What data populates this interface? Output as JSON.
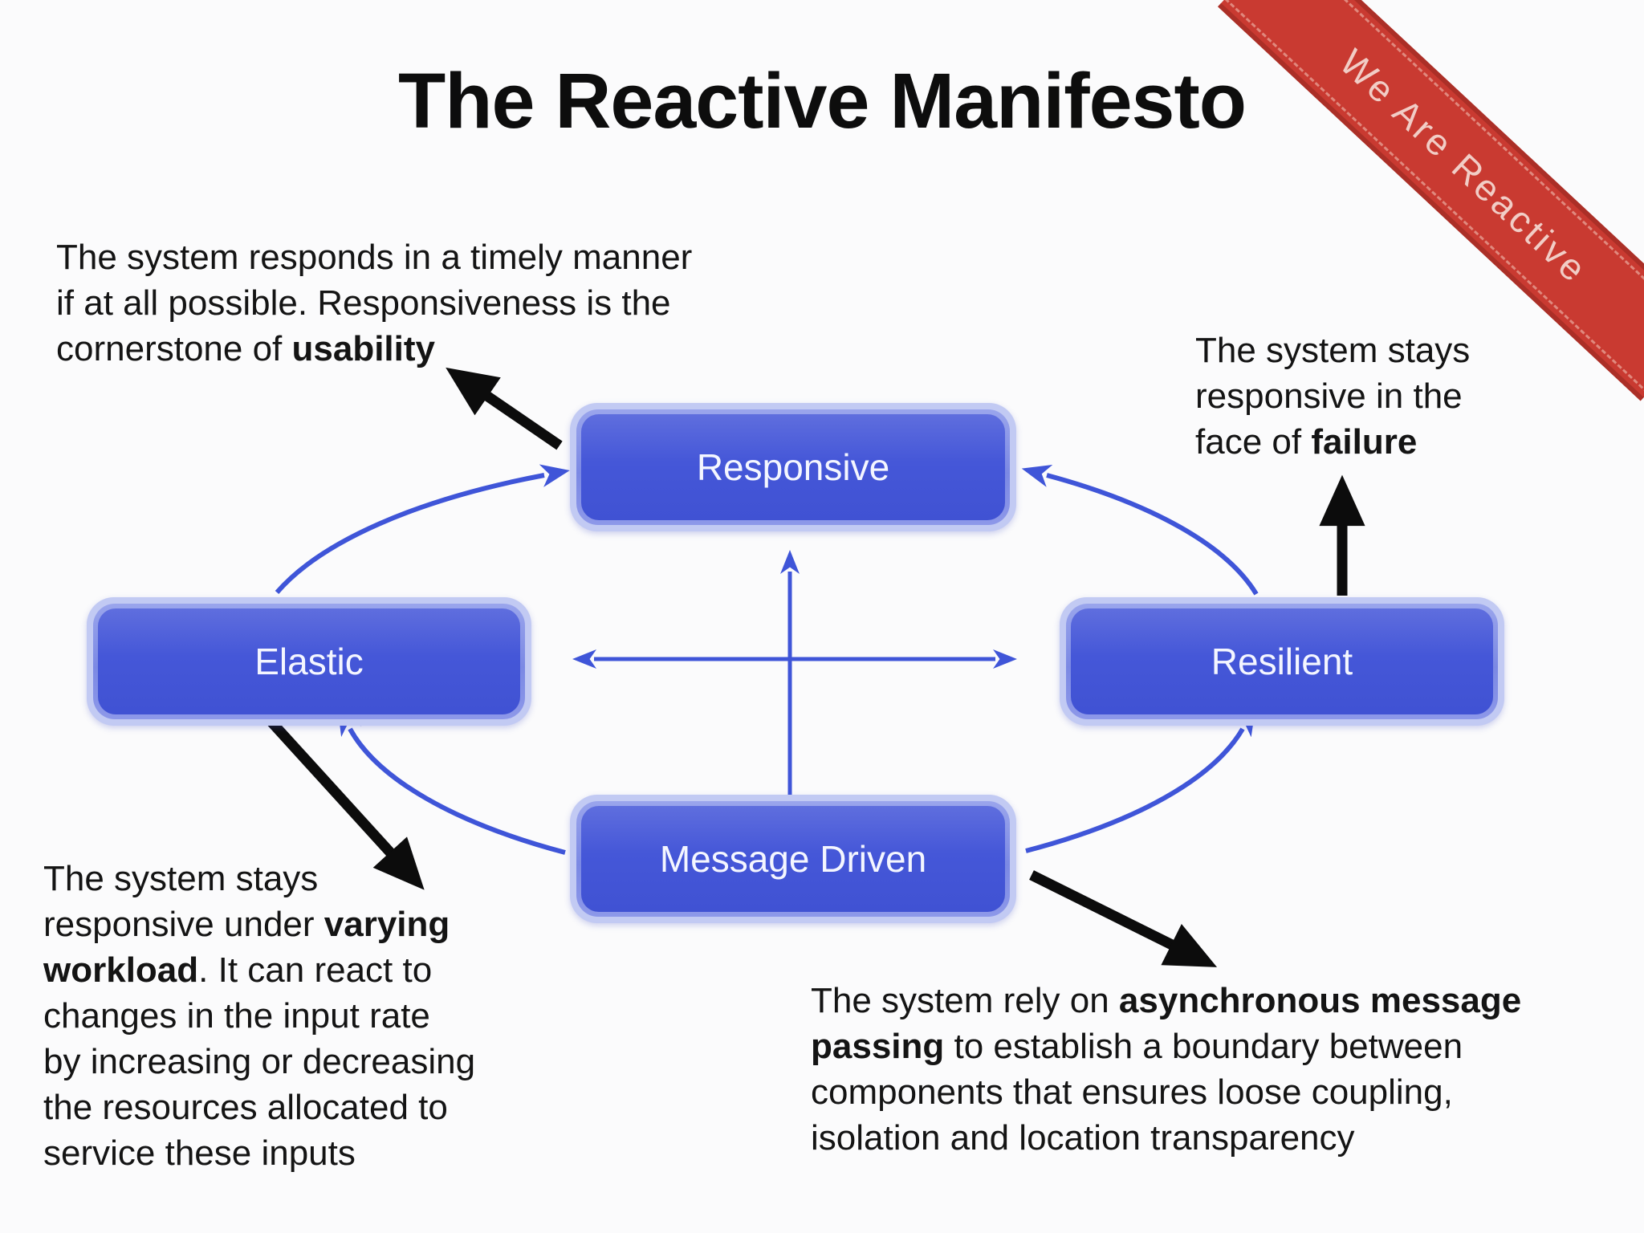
{
  "title": {
    "text": "The Reactive Manifesto"
  },
  "ribbon": {
    "label": "We Are Reactive",
    "color": "#c93a31",
    "text_color": "#f1cdc6"
  },
  "colors": {
    "background": "#fbfbfc",
    "node_fill": "#4355d6",
    "node_ring": "#c2caf3",
    "node_text": "#f4f6ff",
    "arrow_blue": "#3f55d8",
    "arrow_black": "#0c0c0c",
    "body_text": "#141414"
  },
  "nodes": [
    {
      "id": "responsive",
      "label": "Responsive"
    },
    {
      "id": "elastic",
      "label": "Elastic"
    },
    {
      "id": "resilient",
      "label": "Resilient"
    },
    {
      "id": "message-driven",
      "label": "Message Driven"
    }
  ],
  "annotations": {
    "usability": {
      "lines": [
        [
          {
            "t": "The system responds in a timely manner"
          }
        ],
        [
          {
            "t": "if at all possible. Responsiveness is the"
          }
        ],
        [
          {
            "t": "cornerstone of "
          },
          {
            "t": "usability",
            "b": true
          }
        ]
      ]
    },
    "failure": {
      "lines": [
        [
          {
            "t": "The system stays"
          }
        ],
        [
          {
            "t": "responsive in the"
          }
        ],
        [
          {
            "t": "face of "
          },
          {
            "t": "failure",
            "b": true
          }
        ]
      ]
    },
    "workload": {
      "lines": [
        [
          {
            "t": "The system stays"
          }
        ],
        [
          {
            "t": "responsive under "
          },
          {
            "t": "varying",
            "b": true
          }
        ],
        [
          {
            "t": "workload",
            "b": true
          },
          {
            "t": ". It can react to"
          }
        ],
        [
          {
            "t": "changes in the input rate"
          }
        ],
        [
          {
            "t": "by increasing or decreasing"
          }
        ],
        [
          {
            "t": "the resources allocated to"
          }
        ],
        [
          {
            "t": "service these inputs"
          }
        ]
      ]
    },
    "message_passing": {
      "lines": [
        [
          {
            "t": "The system rely on "
          },
          {
            "t": "asynchronous message",
            "b": true
          }
        ],
        [
          {
            "t": "passing",
            "b": true
          },
          {
            "t": " to establish a boundary between"
          }
        ],
        [
          {
            "t": "components that ensures loose coupling,"
          }
        ],
        [
          {
            "t": "isolation and location transparency"
          }
        ]
      ]
    }
  }
}
